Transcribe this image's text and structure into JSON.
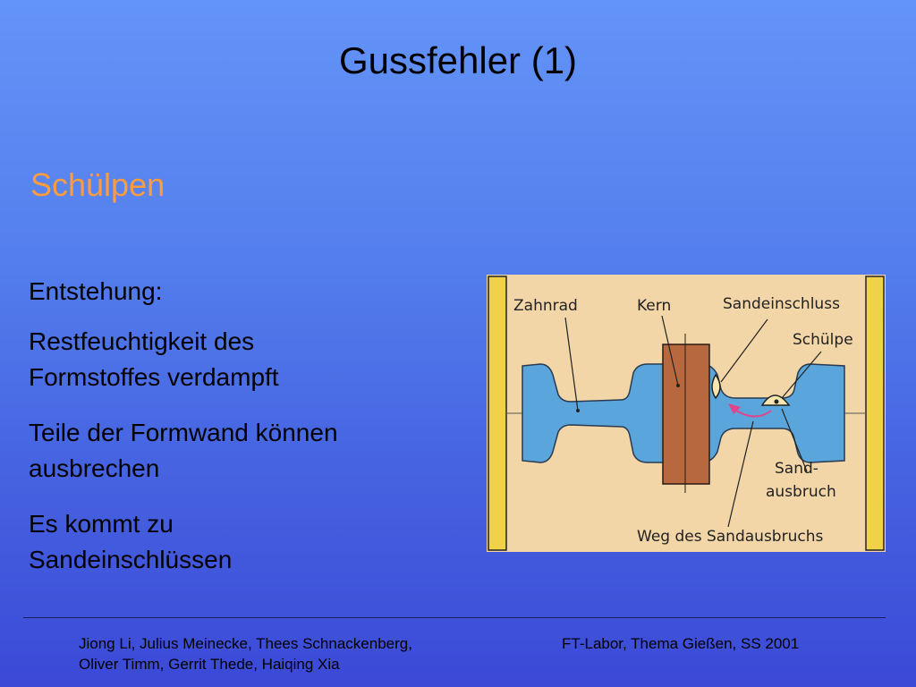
{
  "slide": {
    "title": "Gussfehler (1)",
    "subtitle": "Schülpen"
  },
  "bullets": {
    "heading": "Entstehung:",
    "items": [
      {
        "line1": "Restfeuchtigkeit des",
        "line2": "Formstoffes verdampft"
      },
      {
        "line1": "Teile der Formwand können",
        "line2": "ausbrechen"
      },
      {
        "line1": "Es kommt zu",
        "line2": "Sandeinschlüssen"
      }
    ]
  },
  "figure": {
    "labels": {
      "zahnrad": "Zahnrad",
      "kern": "Kern",
      "sandeinschluss": "Sandeinschluss",
      "schuelpe": "Schülpe",
      "sand": "Sand-",
      "ausbruch": "ausbruch",
      "weg": "Weg des Sandausbruchs"
    }
  },
  "footer": {
    "authors_line1": "Jiong Li, Julius Meinecke, Thees Schnackenberg,",
    "authors_line2": "Oliver Timm, Gerrit Thede, Haiqing Xia",
    "course": "FT-Labor, Thema Gießen, SS 2001"
  },
  "colors": {
    "subtitle": "#ff9c3c",
    "sand_background": "#f2d6a8",
    "casting_blue": "#5aa6dc",
    "core_brown": "#b8683e",
    "side_yellow": "#f0d24a",
    "arrow_pink": "#e0448a"
  }
}
